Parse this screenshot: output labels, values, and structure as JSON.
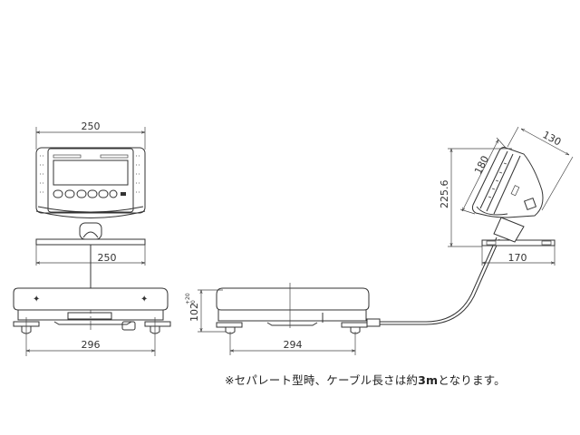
{
  "drawing": {
    "title": "Scale dimensional drawing",
    "units": "mm",
    "front_view": {
      "display_width": "250",
      "stand_base_width": "250",
      "platform_width": "296"
    },
    "side_view": {
      "platform_depth": "294",
      "platform_height": "102",
      "height_tolerance_upper": "+20",
      "height_tolerance_lower": "0"
    },
    "indicator_side_view": {
      "panel_length": "180",
      "panel_depth": "130",
      "overall_height": "225.6",
      "base_width": "170"
    },
    "note": {
      "prefix": "※セパレート型時、ケーブル長さは約",
      "cable_length": "3m",
      "suffix": "となります。"
    }
  },
  "colors": {
    "line": "#333333",
    "background": "#ffffff"
  }
}
